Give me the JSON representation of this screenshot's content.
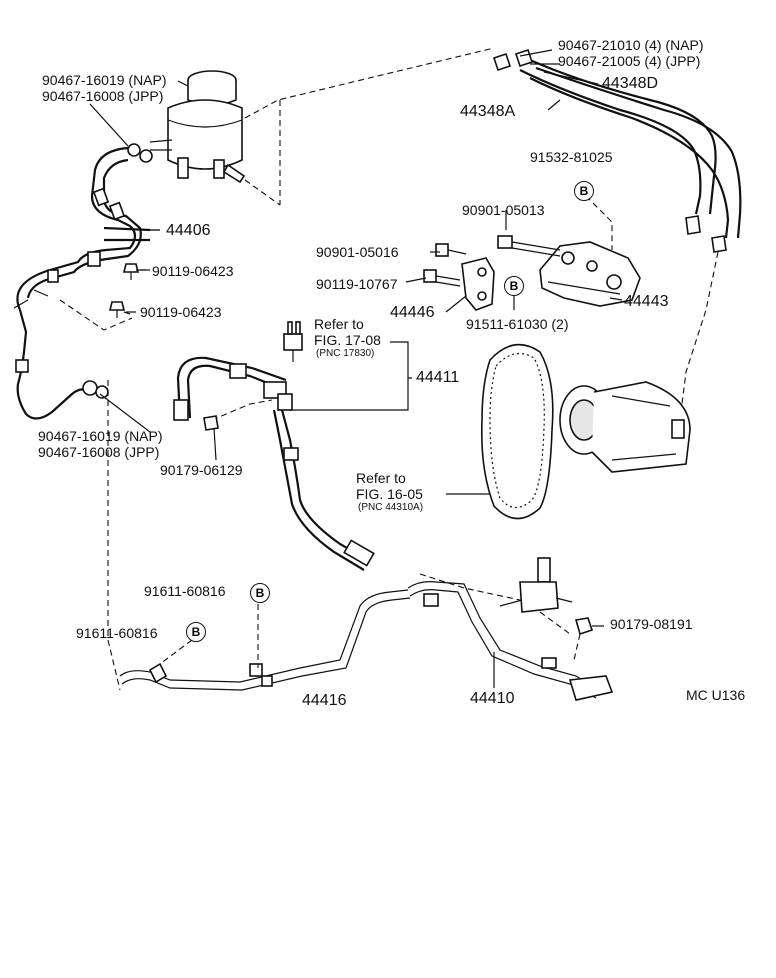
{
  "labels": {
    "reservoir_cap_nap": "90467-16019 (NAP)",
    "reservoir_cap_jpp": "90467-16008 (JPP)",
    "clip_top_nap": "90467-21010 (4) (NAP)",
    "clip_top_jpp": "90467-21005 (4) (JPP)",
    "hose_d": "44348D",
    "hose_a": "44348A",
    "tube_44406": "44406",
    "bolt_06423_a": "90119-06423",
    "bolt_06423_b": "90119-06423",
    "clamp_lower_nap": "90467-16019 (NAP)",
    "clamp_lower_jpp": "90467-16008 (JPP)",
    "nut_81025": "91532-81025",
    "bolt_05013": "90901-05013",
    "bolt_05016": "90901-05016",
    "bolt_10767": "90119-10767",
    "bracket_44446": "44446",
    "bolt_61030": "91511-61030 (2)",
    "bracket_44443": "44443",
    "refer_17_line1": "Refer to",
    "refer_17_line2": "FIG. 17-08",
    "refer_17_pnc": "(PNC 17830)",
    "hose_44411": "44411",
    "bolt_06129": "90179-06129",
    "refer_16_line1": "Refer to",
    "refer_16_line2": "FIG. 16-05",
    "refer_16_pnc": "(PNC 44310A)",
    "bolt_60816_a": "91611-60816",
    "bolt_60816_b": "91611-60816",
    "nut_08191": "90179-08191",
    "tube_44416": "44416",
    "tube_44410": "44410",
    "figure_code": "MC U136"
  },
  "bands": {
    "b1": "B",
    "b2": "B",
    "b3": "B",
    "b4": "B"
  }
}
